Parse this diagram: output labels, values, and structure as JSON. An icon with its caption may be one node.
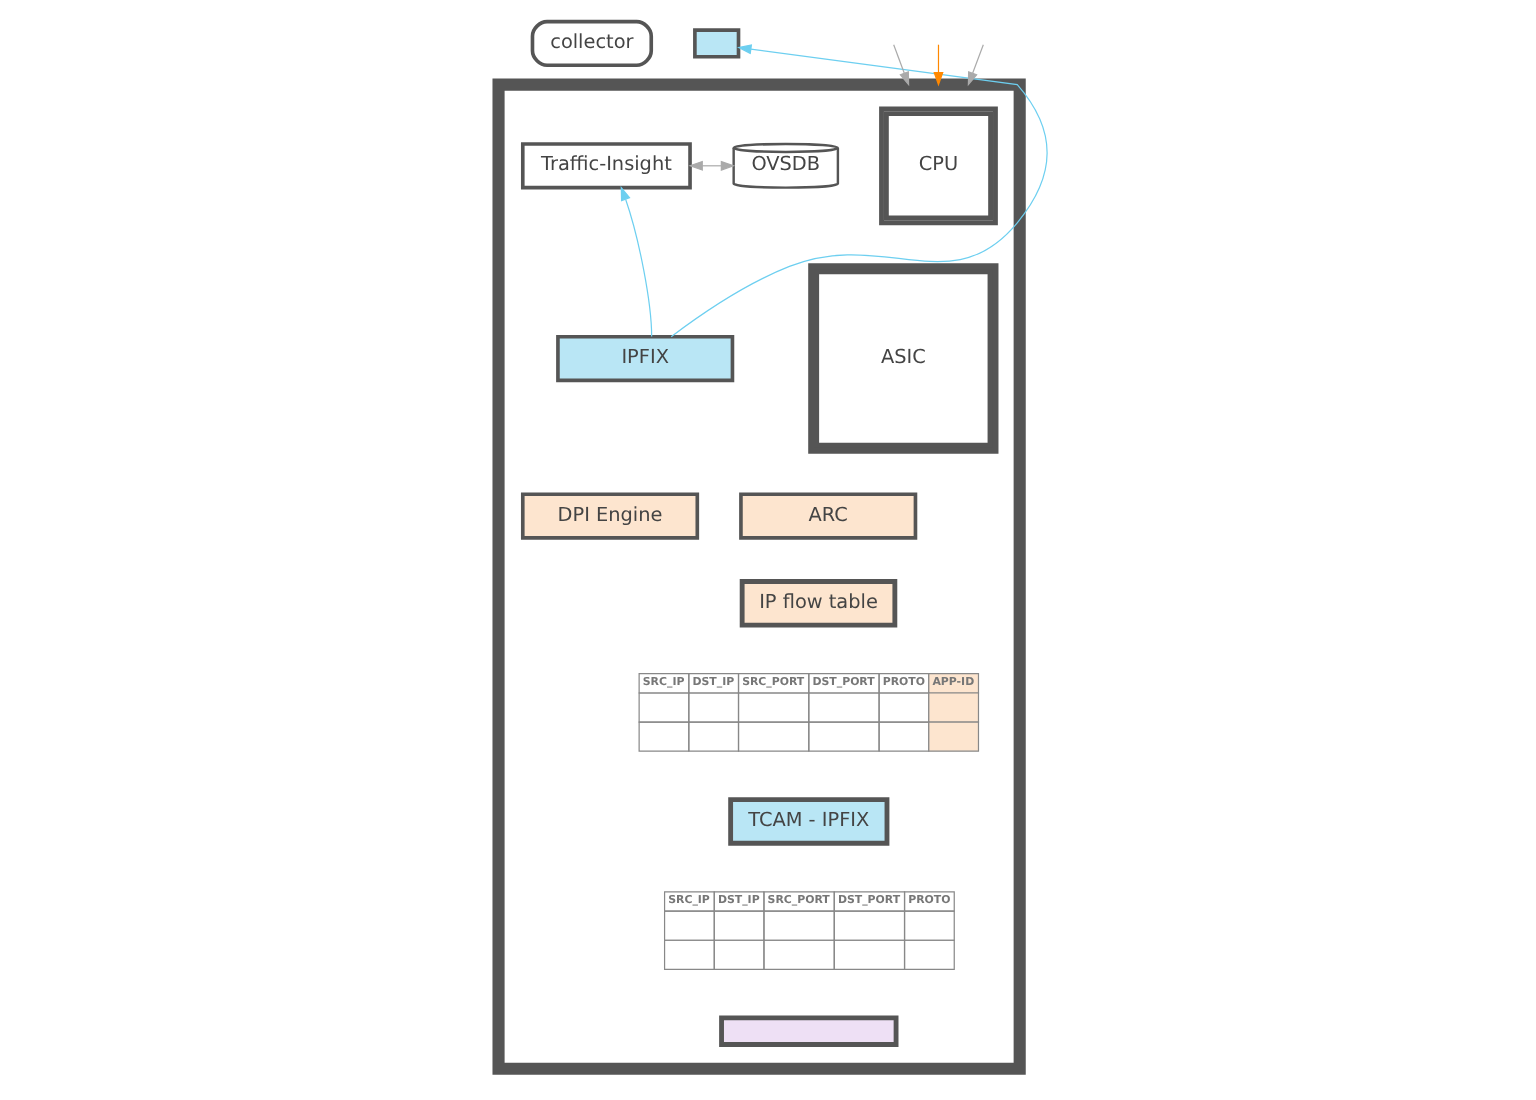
{
  "diagram": {
    "nodes": [
      {
        "text": [
          "collector"
        ]
      },
      {
        "text": [],
        "shape": "box"
      },
      {
        "text": [],
        "shape": "box"
      },
      {
        "text": [
          "CPU"
        ],
        "in": 2
      },
      {
        "text": [
          "Traffic-Insight"
        ],
        "in": 2
      },
      {
        "text": [
          "OVSDB"
        ],
        "in": 2
      },
      {
        "text": [
          "IPFIX"
        ],
        "in": 2
      },
      {
        "text": [
          "ARC"
        ],
        "in": 2
      },
      {
        "text": [
          "DPI Engine"
        ],
        "in": 2
      },
      {
        "text": [
          "ASIC"
        ],
        "in": 2
      },
      {
        "text": [
          "IP flow table"
        ],
        "in": 2
      },
      {
        "text": [
          "TCAM - IPFIX"
        ],
        "in": 2
      },
      {
        "text": [],
        "shape": "box",
        "in": 2
      }
    ],
    "edges": [
      {
        "from": 6,
        "to": 1,
        "arrow": "to",
        "color": "#6dcff0"
      },
      {
        "from": 6,
        "to": 4,
        "arrow": "to",
        "color": "#6dcff0"
      },
      {
        "from": 4,
        "to": 5,
        "arrow": "both"
      },
      {
        "from": null,
        "to": 2,
        "arrow": "to"
      },
      {
        "from": null,
        "to": 2,
        "arrow": "to"
      },
      {
        "from": null,
        "to": 2,
        "arrow": "to",
        "color": "#ff8800"
      }
    ],
    "labels": [
      "SRC_IP",
      "DST_IP",
      "SRC_PORT",
      "DST_PORT",
      "PROTO",
      "APP-ID",
      "SRC_IP",
      "DST_IP",
      "SRC_PORT",
      "DST_PORT",
      "PROTO"
    ]
  }
}
